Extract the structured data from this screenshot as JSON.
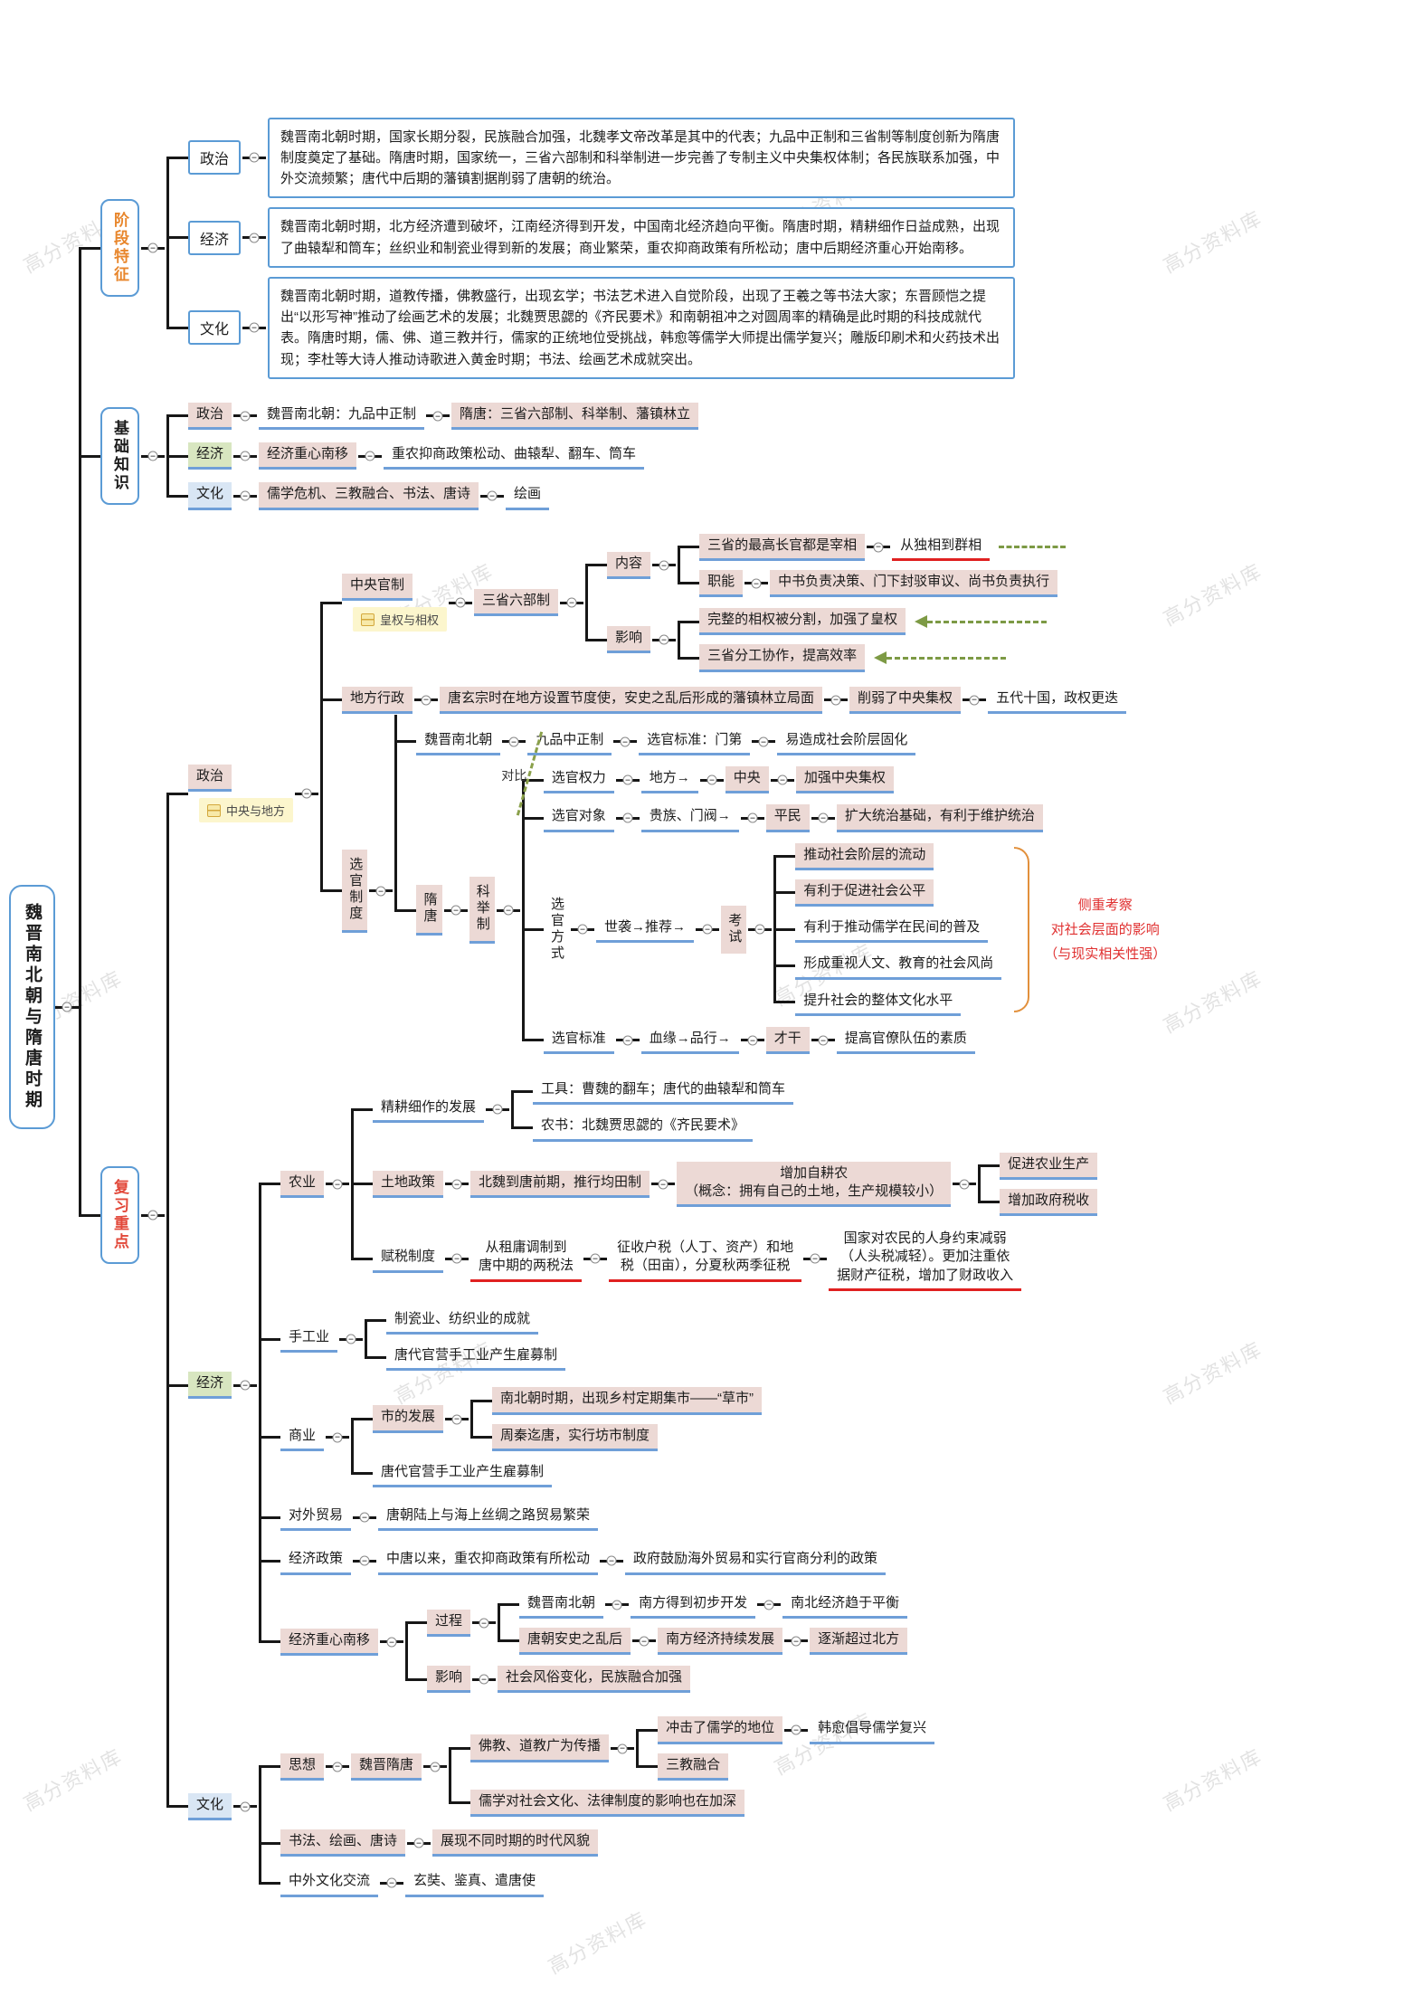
{
  "watermark": "高分资料库",
  "root": {
    "title": "魏晋南北朝与隋唐时期"
  },
  "stage": {
    "label": "阶段特征",
    "items": [
      {
        "label": "政治",
        "text": "魏晋南北朝时期，国家长期分裂，民族融合加强，北魏孝文帝改革是其中的代表；九品中正制和三省制等制度创新为隋唐制度奠定了基础。隋唐时期，国家统一，三省六部制和科举制进一步完善了专制主义中央集权体制；各民族联系加强，中外交流频繁；唐代中后期的藩镇割据削弱了唐朝的统治。"
      },
      {
        "label": "经济",
        "text": "魏晋南北朝时期，北方经济遭到破坏，江南经济得到开发，中国南北经济趋向平衡。隋唐时期，精耕细作日益成熟，出现了曲辕犁和筒车；丝织业和制瓷业得到新的发展；商业繁荣，重农抑商政策有所松动；唐中后期经济重心开始南移。"
      },
      {
        "label": "文化",
        "text": "魏晋南北朝时期，道教传播，佛教盛行，出现玄学；书法艺术进入自觉阶段，出现了王羲之等书法大家；东晋顾恺之提出“以形写神”推动了绘画艺术的发展；北魏贾思勰的《齐民要术》和南朝祖冲之对圆周率的精确是此时期的科技成就代表。隋唐时期，儒、佛、道三教并行，儒家的正统地位受挑战，韩愈等儒学大师提出儒学复兴；雕版印刷术和火药技术出现；李杜等大诗人推动诗歌进入黄金时期；书法、绘画艺术成就突出。"
      }
    ]
  },
  "basics": {
    "label": "基础知识",
    "politics": {
      "label": "政治",
      "a": "魏晋南北朝：九品中正制",
      "b": "隋唐：三省六部制、科举制、藩镇林立"
    },
    "economy": {
      "label": "经济",
      "a": "经济重心南移",
      "b": "重农抑商政策松动、曲辕犁、翻车、筒车"
    },
    "culture": {
      "label": "文化",
      "a": "儒学危机、三教融合、书法、唐诗",
      "b": "绘画"
    }
  },
  "review": {
    "label": "复习重点",
    "politics": {
      "label": "政治",
      "note": "中央与地方",
      "central": {
        "label": "中央官制",
        "note": "皇权与相权",
        "system": "三省六部制",
        "content": {
          "label": "内容",
          "chiefs": "三省的最高长官都是宰相",
          "evolution": "从独相到群相",
          "func_label": "职能",
          "func_text": "中书负责决策、门下封驳审议、尚书负责执行"
        },
        "impact": {
          "label": "影响",
          "items": [
            "完整的相权被分割，加强了皇权",
            "三省分工协作，提高效率"
          ]
        }
      },
      "local": {
        "label": "地方行政",
        "a": "唐玄宗时在地方设置节度使，安史之乱后形成的藩镇林立局面",
        "b": "削弱了中央集权",
        "c": "五代十国，政权更迭"
      },
      "selection": {
        "label": "选官制度",
        "contrast": "对比",
        "weijin": {
          "a": "魏晋南北朝",
          "b": "九品中正制",
          "c": "选官标准：门第",
          "d": "易造成社会阶层固化"
        },
        "suitang": {
          "label": "隋唐",
          "keju": "科举制",
          "power": {
            "label": "选官权力",
            "a": "地方→",
            "b": "中央",
            "c": "加强中央集权"
          },
          "target": {
            "label": "选官对象",
            "a": "贵族、门阀→",
            "b": "平民",
            "c": "扩大统治基础，有利于维护统治"
          },
          "method": {
            "label": "选官方式",
            "a": "世袭→推荐→",
            "b": "考试",
            "effects": [
              "推动社会阶层的流动",
              "有利于促进社会公平",
              "有利于推动儒学在民间的普及",
              "形成重视人文、教育的社会风尚",
              "提升社会的整体文化水平"
            ],
            "note": "侧重考察\n对社会层面的影响\n（与现实相关性强）"
          },
          "standard": {
            "label": "选官标准",
            "a": "血缘→品行→",
            "b": "才干",
            "c": "提高官僚队伍的素质"
          }
        }
      }
    },
    "economy": {
      "label": "经济",
      "agriculture": {
        "label": "农业",
        "intensive": {
          "label": "精耕细作的发展",
          "tools": "工具：曹魏的翻车；唐代的曲辕犁和筒车",
          "book": "农书：北魏贾思勰的《齐民要术》"
        },
        "land": {
          "label": "土地政策",
          "a": "北魏到唐前期，推行均田制",
          "b": "增加自耕农\n（概念：拥有自己的土地，生产规模较小）",
          "c1": "促进农业生产",
          "c2": "增加政府税收"
        },
        "tax": {
          "label": "赋税制度",
          "a": "从租庸调制到\n唐中期的两税法",
          "b": "征收户税（人丁、资产）和地\n税（田亩），分夏秋两季征税",
          "c": "国家对农民的人身约束减弱\n（人头税减轻）。更加注重依\n据财产征税，增加了财政收入"
        }
      },
      "handicraft": {
        "label": "手工业",
        "a": "制瓷业、纺织业的成就",
        "b": "唐代官营手工业产生雇募制"
      },
      "commerce": {
        "label": "商业",
        "market": {
          "label": "市的发展",
          "a": "南北朝时期，出现乡村定期集市——“草市”",
          "b": "周秦迄唐，实行坊市制度"
        },
        "hired": "唐代官营手工业产生雇募制"
      },
      "trade": {
        "label": "对外贸易",
        "text": "唐朝陆上与海上丝绸之路贸易繁荣"
      },
      "policy": {
        "label": "经济政策",
        "a": "中唐以来，重农抑商政策有所松动",
        "b": "政府鼓励海外贸易和实行官商分利的政策"
      },
      "shift": {
        "label": "经济重心南移",
        "process": {
          "label": "过程",
          "r1a": "魏晋南北朝",
          "r1b": "南方得到初步开发",
          "r1c": "南北经济趋于平衡",
          "r2a": "唐朝安史之乱后",
          "r2b": "南方经济持续发展",
          "r2c": "逐渐超过北方"
        },
        "impact": {
          "label": "影响",
          "text": "社会风俗变化，民族融合加强"
        }
      }
    },
    "culture": {
      "label": "文化",
      "thought": {
        "label": "思想",
        "period": "魏晋隋唐",
        "religion": {
          "label": "佛教、道教广为传播",
          "a": "冲击了儒学的地位",
          "b": "韩愈倡导儒学复兴",
          "fusion": "三教融合"
        },
        "confucian": "儒学对社会文化、法律制度的影响也在加深"
      },
      "art": {
        "label": "书法、绘画、唐诗",
        "text": "展现不同时期的时代风貌"
      },
      "exchange": {
        "label": "中外文化交流",
        "text": "玄奘、鉴真、遣唐使"
      }
    }
  }
}
